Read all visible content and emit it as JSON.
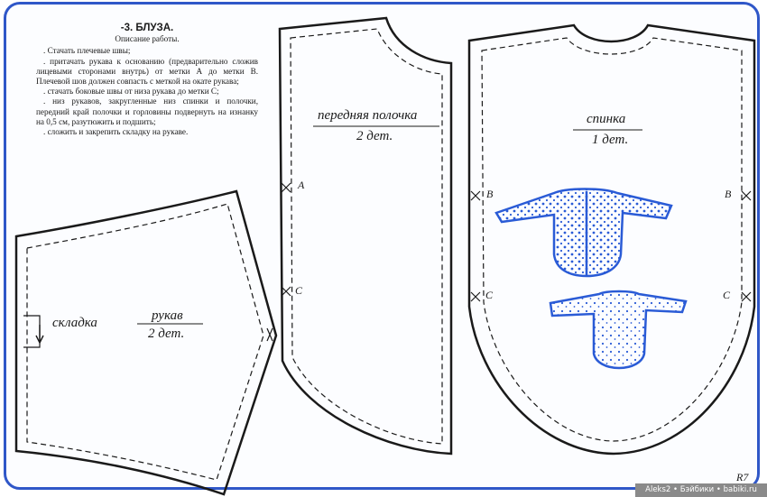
{
  "instructions": {
    "title": "-3. БЛУЗА.",
    "subtitle": "Описание работы.",
    "steps": [
      ". Стачать плечевые швы;",
      ". притачать рукава к основанию (предварительно сложив лицевыми сторонами внутрь) от метки А до метки В. Плечевой шов должен совпасть с меткой на окате рукава;",
      ". стачать боковые швы от низа рукава до метки С;",
      ". низ рукавов, закругленные низ спинки и полочки, передний край полочки и горловины подвернуть на изнанку на 0,5 см, разутюжить и подшить;",
      ". сложить и закрепить складку на рукаве."
    ]
  },
  "pieces": {
    "sleeve": {
      "fold_label": "складка",
      "name": "рукав",
      "count": "2 дет."
    },
    "front": {
      "name": "передняя полочка",
      "count": "2 дет.",
      "mark_a": "А",
      "mark_c": "С"
    },
    "back": {
      "name": "спинка",
      "count": "1 дет.",
      "mark_b": "В",
      "mark_c": "С"
    }
  },
  "page_number": "R7",
  "watermark": "Aleks2 • Бэйбики • babiki.ru",
  "colors": {
    "frame": "#2f57c8",
    "illustration": "#2a5bd6",
    "ink": "#1a1a1a"
  }
}
